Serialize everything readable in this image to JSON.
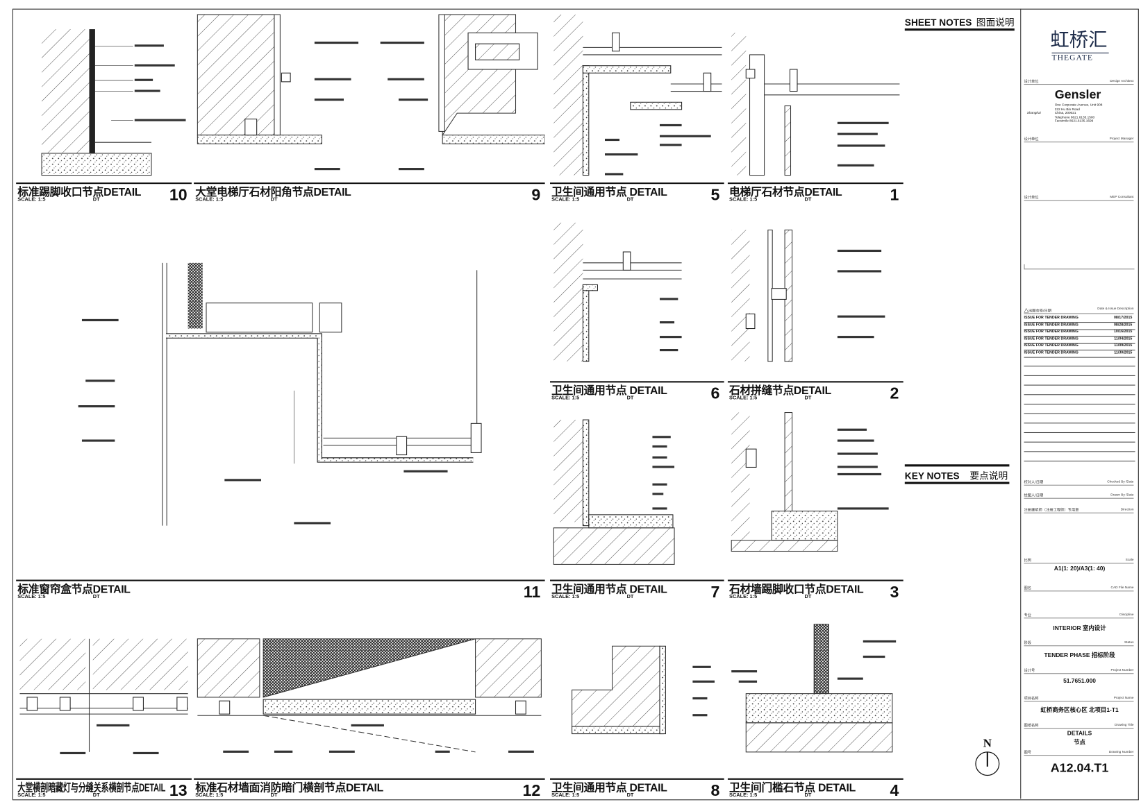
{
  "details": [
    {
      "id": "10",
      "title": "标准踢脚收口节点DETAIL",
      "number": "10",
      "scale": "SCALE: 1:5",
      "ref": "DT"
    },
    {
      "id": "9",
      "title": "大堂电梯厅石材阳角节点DETAIL",
      "number": "9",
      "scale": "SCALE: 1:5",
      "ref": "DT"
    },
    {
      "id": "5",
      "title": "卫生间通用节点 DETAIL",
      "number": "5",
      "scale": "SCALE: 1:5",
      "ref": "DT"
    },
    {
      "id": "1",
      "title": "电梯厅石材节点DETAIL",
      "number": "1",
      "scale": "SCALE: 1:5",
      "ref": "DT"
    },
    {
      "id": "6",
      "title": "卫生间通用节点 DETAIL",
      "number": "6",
      "scale": "SCALE: 1:5",
      "ref": "DT"
    },
    {
      "id": "2",
      "title": "石材拼缝节点DETAIL",
      "number": "2",
      "scale": "SCALE: 1:5",
      "ref": "DT"
    },
    {
      "id": "11",
      "title": "标准窗帘盒节点DETAIL",
      "number": "11",
      "scale": "SCALE: 1:5",
      "ref": "DT"
    },
    {
      "id": "7",
      "title": "卫生间通用节点 DETAIL",
      "number": "7",
      "scale": "SCALE: 1:5",
      "ref": "DT"
    },
    {
      "id": "3",
      "title": "石材墙踢脚收口节点DETAIL",
      "number": "3",
      "scale": "SCALE: 1:5",
      "ref": "DT"
    },
    {
      "id": "13",
      "title": "大堂横剖暗藏灯与分缝关系横剖节点DETAIL",
      "number": "13",
      "scale": "SCALE: 1:5",
      "ref": "DT"
    },
    {
      "id": "12",
      "title": "标准石材墙面消防暗门横剖节点DETAIL",
      "number": "12",
      "scale": "SCALE: 1:5",
      "ref": "DT"
    },
    {
      "id": "8",
      "title": "卫生间通用节点 DETAIL",
      "number": "8",
      "scale": "SCALE: 1:5",
      "ref": "DT"
    },
    {
      "id": "4",
      "title": "卫生间门槛石节点 DETAIL",
      "number": "4",
      "scale": "SCALE: 1:5",
      "ref": "DT"
    }
  ],
  "sheet_notes": {
    "en": "SHEET NOTES",
    "cn": "图面说明"
  },
  "key_notes": {
    "en": "KEY NOTES",
    "cn": "要点说明"
  },
  "north": "N",
  "title_block": {
    "client_logo_cn": "虹桥汇",
    "client_logo_en": "THEGATE",
    "design_unit_1": "设计单位",
    "design_unit_1_en": "Design Architect",
    "firm": "Gensler",
    "address": [
      "One Corporate Avenue, Unit 908",
      "222 Hu Bin Road",
      "China, 200021",
      "Telephone  8621.6135.1500",
      "Facsimile  8621.6135.1599"
    ],
    "city": "Shanghai",
    "design_unit_2": "设计单位",
    "design_unit_2_en": "Project Manager",
    "design_unit_3": "设计单位",
    "design_unit_3_en": "MEP Consultant",
    "issue_header": "出图会签/日期",
    "issue_header_en": "Date & Issue Description",
    "issues": [
      {
        "desc": "ISSUE FOR TENDER DRAWING",
        "date": "08/17/2015"
      },
      {
        "desc": "ISSUE FOR TENDER DRAWING",
        "date": "08/28/2015"
      },
      {
        "desc": "ISSUE FOR TENDER DRAWING",
        "date": "10/16/2015"
      },
      {
        "desc": "ISSUE FOR TENDER DRAWING",
        "date": "11/04/2015"
      },
      {
        "desc": "ISSUE FOR TENDER DRAWING",
        "date": "11/09/2015"
      },
      {
        "desc": "ISSUE FOR TENDER DRAWING",
        "date": "11/30/2015"
      }
    ],
    "checked": "校对人/日期",
    "checked_en": "Checked By /Date",
    "drawn": "绘图人/日期",
    "drawn_en": "Drawn By /Date",
    "stamp": "注册建筑师（注册工程师）专用章",
    "stamp_en": "Direction",
    "scale_label": "比例",
    "scale_label_en": "Scale",
    "scale_value": "A1(1: 20)/A3(1: 40)",
    "cad_label": "图名",
    "cad_label_en": "CAD File Name",
    "discipline_label": "专业",
    "discipline_label_en": "Discipline",
    "discipline_value": "INTERIOR 室内设计",
    "status_label": "阶段",
    "status_label_en": "Status",
    "status_value": "TENDER PHASE 招标阶段",
    "project_no_label": "设计号",
    "project_no_label_en": "Project Number",
    "project_no_value": "51.7651.000",
    "project_name_label": "项目名称",
    "project_name_label_en": "Project Name",
    "project_name_value": "虹桥商务区核心区  北项目1-T1",
    "drawing_title_label": "图纸名称",
    "drawing_title_label_en": "Drawing Title",
    "drawing_title_value": "DETAILS",
    "drawing_title_value_cn": "节点",
    "drawing_no_label": "图号",
    "drawing_no_label_en": "Drawing Number",
    "drawing_no_value": "A12.04.T1"
  }
}
